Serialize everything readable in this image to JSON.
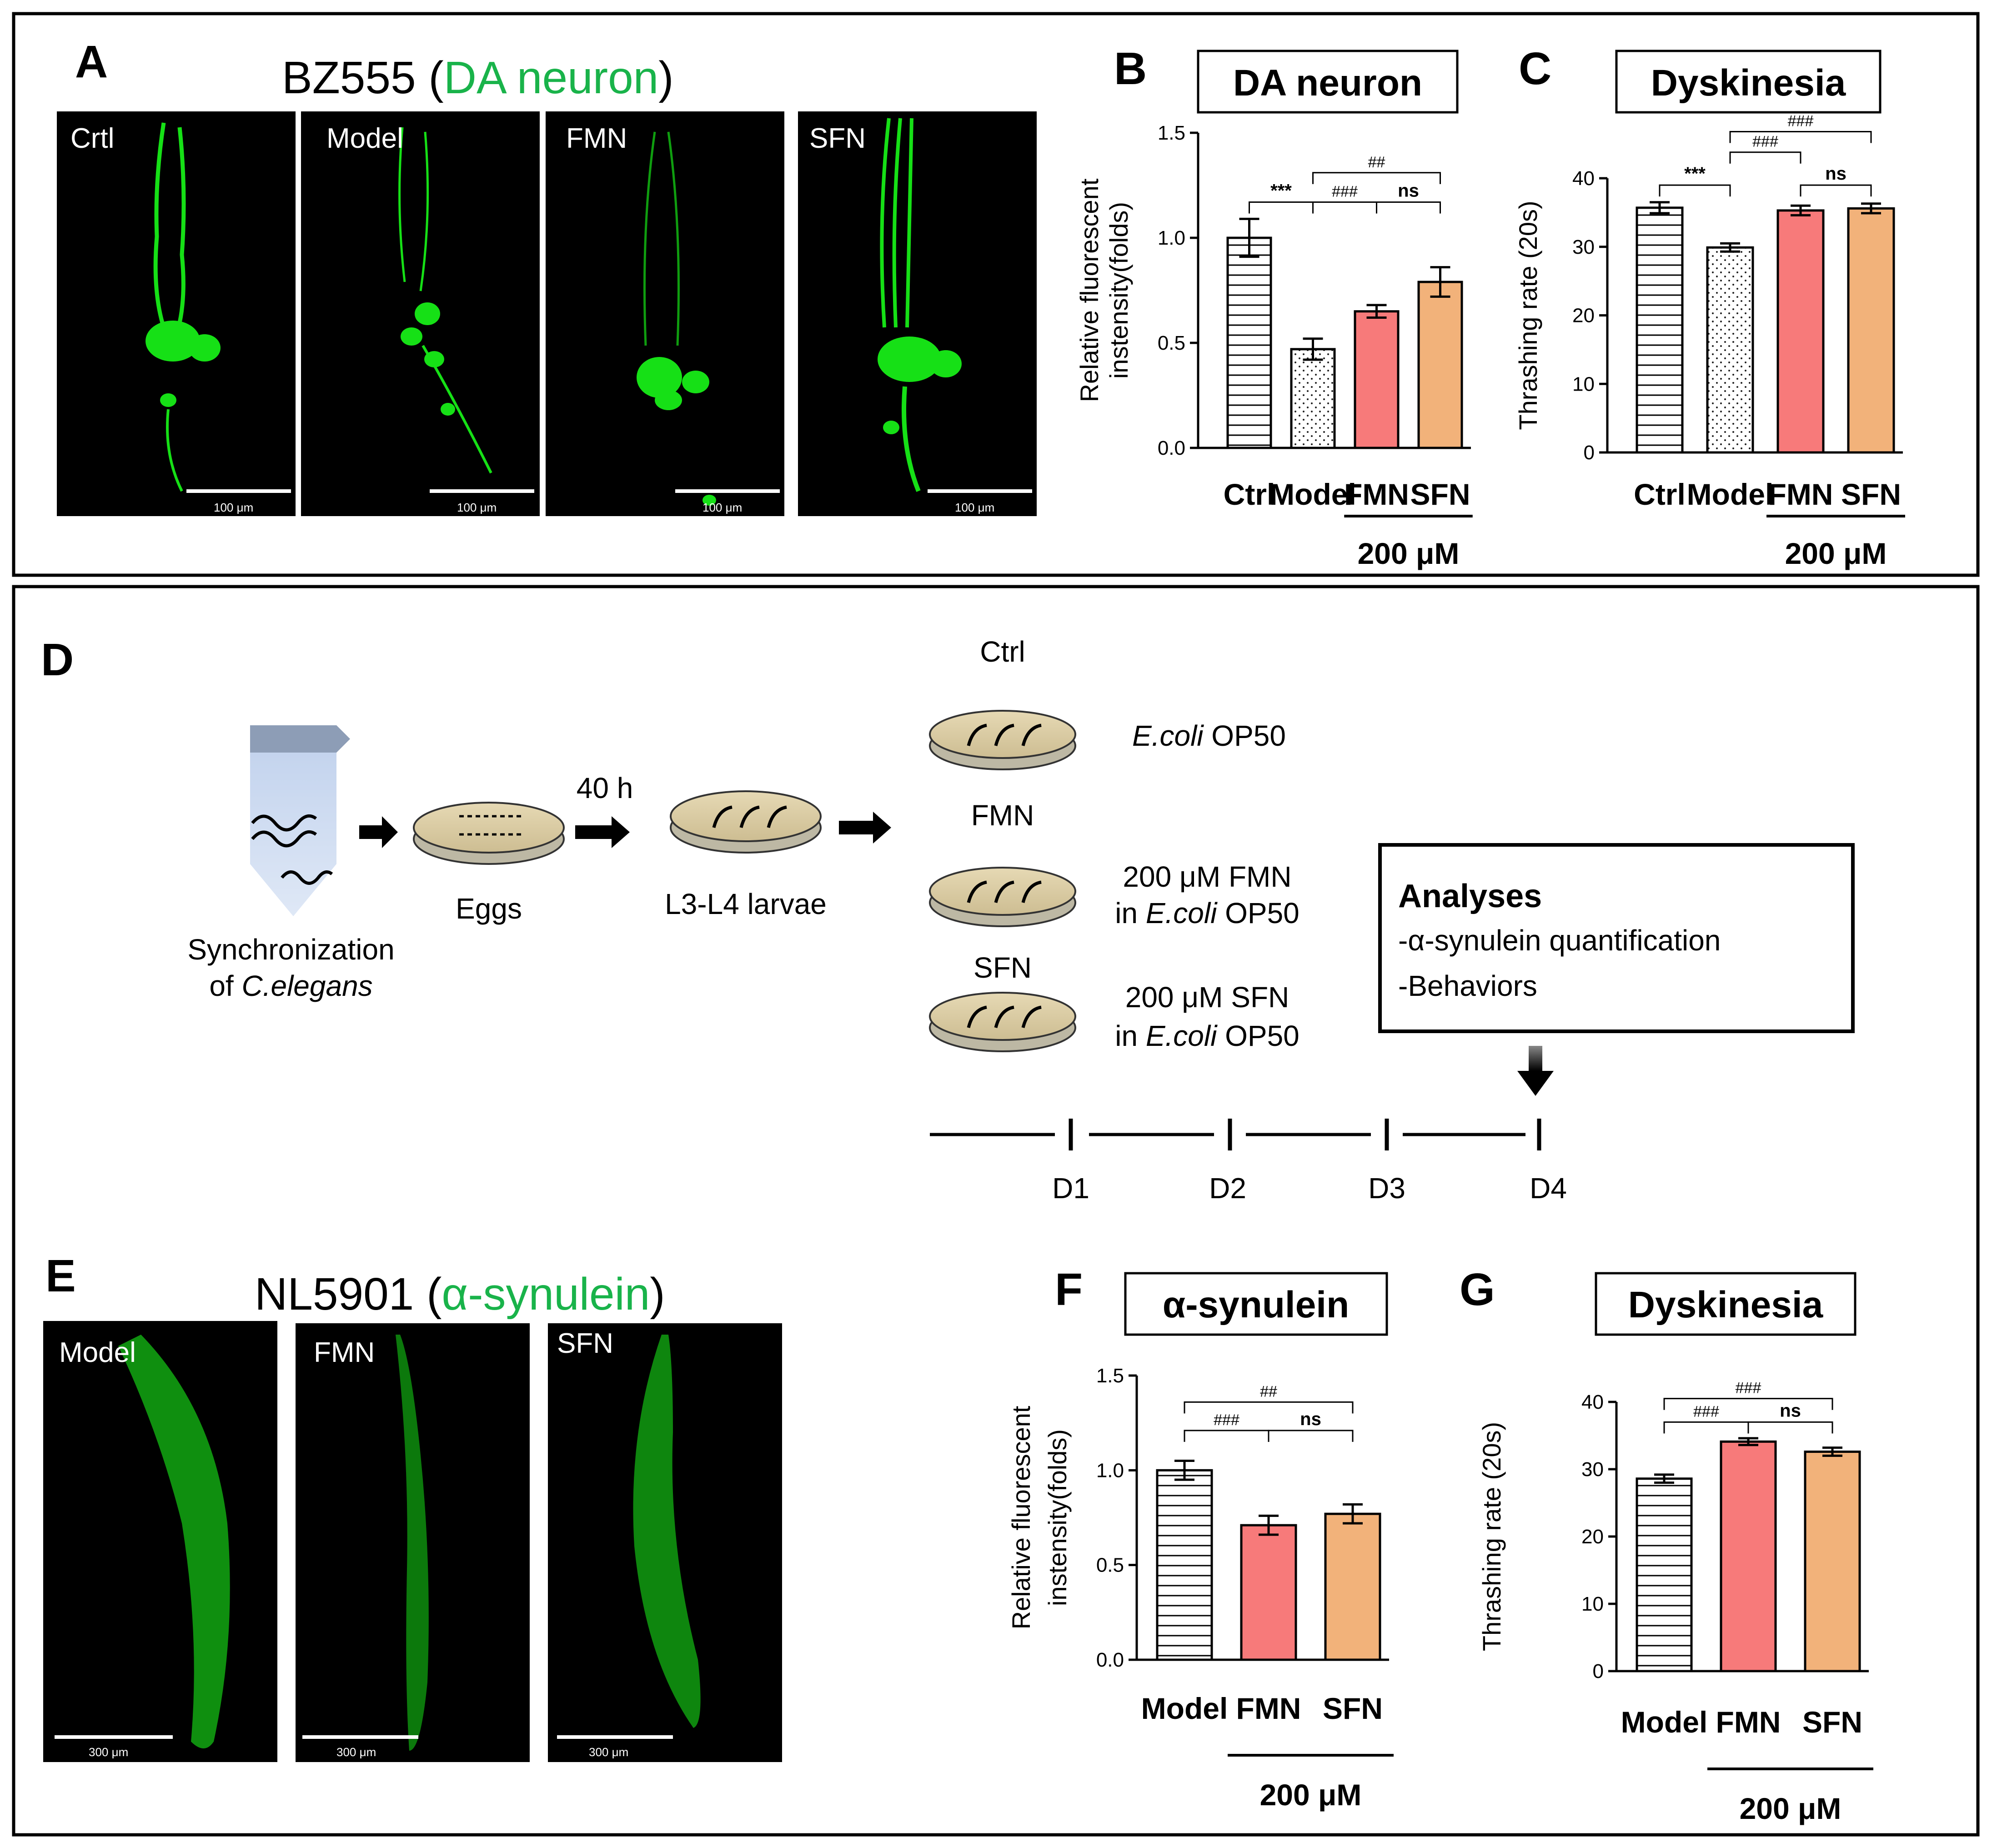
{
  "panel_a": {
    "letter": "A",
    "strain": "BZ555",
    "marker": "DA neuron",
    "images": [
      {
        "label": "Crtl",
        "scale": "100 μm"
      },
      {
        "label": "Model",
        "scale": "100 μm"
      },
      {
        "label": "FMN",
        "scale": "100 μm"
      },
      {
        "label": "SFN",
        "scale": "100 μm"
      }
    ]
  },
  "panel_e": {
    "letter": "E",
    "strain": "NL5901",
    "marker": "α-synulein",
    "images": [
      {
        "label": "Model",
        "scale": "300 μm"
      },
      {
        "label": "FMN",
        "scale": "300 μm"
      },
      {
        "label": "SFN",
        "scale": "300 μm"
      }
    ]
  },
  "panel_d": {
    "letter": "D",
    "sync_label_1": "Synchronization",
    "sync_label_2": "of ",
    "sync_label_2_italic": "C.elegans",
    "eggs": "Eggs",
    "time": "40 h",
    "larvae": "L3-L4 larvae",
    "groups": [
      {
        "name": "Ctrl",
        "line1_italic": "E.coli",
        "line1_rest": " OP50",
        "line2_prefix": "",
        "line2_italic": "",
        "line2_rest": ""
      },
      {
        "name": "FMN",
        "line1_italic": "",
        "line1_rest": "200 μM FMN",
        "line2_prefix": "in ",
        "line2_italic": "E.coli",
        "line2_rest": " OP50"
      },
      {
        "name": "SFN",
        "line1_italic": "",
        "line1_rest": "200 μM SFN",
        "line2_prefix": "in ",
        "line2_italic": "E.coli",
        "line2_rest": " OP50"
      }
    ],
    "analyses_title": "Analyses",
    "analyses_items": [
      "-α-synulein quantification",
      "-Behaviors"
    ],
    "days": [
      "D1",
      "D2",
      "D3",
      "D4"
    ]
  },
  "colors": {
    "ctrl": "#ffffff",
    "model": "#ffffff",
    "fmn": "#f77a7a",
    "sfn": "#f2b27a",
    "neuron_green": "#19b34a"
  },
  "chart_data": [
    {
      "panel": "B",
      "type": "bar",
      "title": "DA neuron",
      "ylabel_lines": [
        "Relative fluorescent",
        "instensity(folds)"
      ],
      "categories": [
        "Ctrl",
        "Model",
        "FMN",
        "SFN"
      ],
      "fills": [
        "stripes",
        "dots",
        "fmn",
        "sfn"
      ],
      "values": [
        1.0,
        0.47,
        0.65,
        0.79
      ],
      "errors": [
        0.09,
        0.05,
        0.03,
        0.07
      ],
      "ylim": [
        0,
        1.5
      ],
      "yticks": [
        "0.0",
        "0.5",
        "1.0",
        "1.5"
      ],
      "yticks_values": [
        0,
        0.5,
        1.0,
        1.5
      ],
      "group_label": "200 μM",
      "group_span": [
        2,
        3
      ],
      "significance": [
        {
          "from": 0,
          "to": 1,
          "label": "***",
          "level": 1.17
        },
        {
          "from": 1,
          "to": 2,
          "label": "###",
          "level": 1.17
        },
        {
          "from": 2,
          "to": 3,
          "label": "ns",
          "level": 1.17
        },
        {
          "from": 1,
          "to": 3,
          "label": "##",
          "level": 1.31
        }
      ]
    },
    {
      "panel": "C",
      "type": "bar",
      "title": "Dyskinesia",
      "ylabel_lines": [
        "Thrashing rate (20s)"
      ],
      "categories": [
        "Ctrl",
        "Model",
        "FMN",
        "SFN"
      ],
      "fills": [
        "stripes",
        "dots",
        "fmn",
        "sfn"
      ],
      "values": [
        35.7,
        29.9,
        35.3,
        35.6
      ],
      "errors": [
        0.8,
        0.6,
        0.7,
        0.7
      ],
      "ylim": [
        0,
        40
      ],
      "yticks": [
        "0",
        "10",
        "20",
        "30",
        "40"
      ],
      "yticks_values": [
        0,
        10,
        20,
        30,
        40
      ],
      "group_label": "200 μM",
      "group_span": [
        2,
        3
      ],
      "significance": [
        {
          "from": 0,
          "to": 1,
          "label": "***",
          "level": 39.0
        },
        {
          "from": 2,
          "to": 3,
          "label": "ns",
          "level": 39.0
        },
        {
          "from": 1,
          "to": 2,
          "label": "###",
          "level": 43.8
        },
        {
          "from": 1,
          "to": 3,
          "label": "###",
          "level": 46.8
        }
      ]
    },
    {
      "panel": "F",
      "type": "bar",
      "title": "α-synulein",
      "ylabel_lines": [
        "Relative fluorescent",
        "instensity(folds)"
      ],
      "categories": [
        "Model",
        "FMN",
        "SFN"
      ],
      "fills": [
        "stripes",
        "fmn",
        "sfn"
      ],
      "values": [
        1.0,
        0.71,
        0.77
      ],
      "errors": [
        0.05,
        0.05,
        0.05
      ],
      "ylim": [
        0,
        1.5
      ],
      "yticks": [
        "0.0",
        "0.5",
        "1.0",
        "1.5"
      ],
      "yticks_values": [
        0,
        0.5,
        1.0,
        1.5
      ],
      "group_label": "200 μM",
      "group_span": [
        1,
        2
      ],
      "significance": [
        {
          "from": 0,
          "to": 1,
          "label": "###",
          "level": 1.21
        },
        {
          "from": 1,
          "to": 2,
          "label": "ns",
          "level": 1.21
        },
        {
          "from": 0,
          "to": 2,
          "label": "##",
          "level": 1.36
        }
      ]
    },
    {
      "panel": "G",
      "type": "bar",
      "title": "Dyskinesia",
      "ylabel_lines": [
        "Thrashing rate (20s)"
      ],
      "categories": [
        "Model",
        "FMN",
        "SFN"
      ],
      "fills": [
        "stripes",
        "fmn",
        "sfn"
      ],
      "values": [
        28.6,
        34.1,
        32.6
      ],
      "errors": [
        0.6,
        0.5,
        0.6
      ],
      "ylim": [
        0,
        40
      ],
      "yticks": [
        "0",
        "10",
        "20",
        "30",
        "40"
      ],
      "yticks_values": [
        0,
        10,
        20,
        30,
        40
      ],
      "group_label": "200 μM",
      "group_span": [
        1,
        2
      ],
      "significance": [
        {
          "from": 0,
          "to": 1,
          "label": "###",
          "level": 37.0
        },
        {
          "from": 1,
          "to": 2,
          "label": "ns",
          "level": 37.0
        },
        {
          "from": 0,
          "to": 2,
          "label": "###",
          "level": 40.5
        }
      ]
    }
  ]
}
